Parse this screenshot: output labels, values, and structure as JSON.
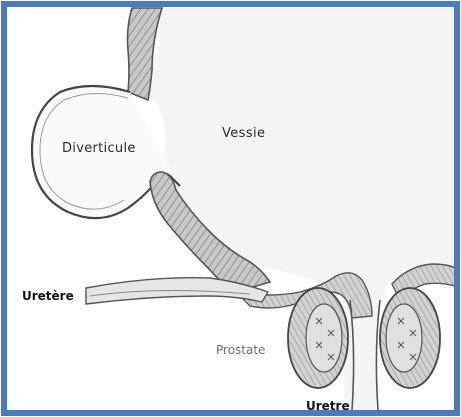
{
  "colors": {
    "frame": "#4a7bbf",
    "wall_stroke": "#555555",
    "muscle_fill": "#bdbdbd",
    "background": "#ffffff",
    "lumen": "#f6f6f6"
  },
  "labels": {
    "diverticule": "Diverticule",
    "vessie": "Vessie",
    "uretere": "Uretère",
    "prostate": "Prostate",
    "uretre": "Uretre"
  }
}
